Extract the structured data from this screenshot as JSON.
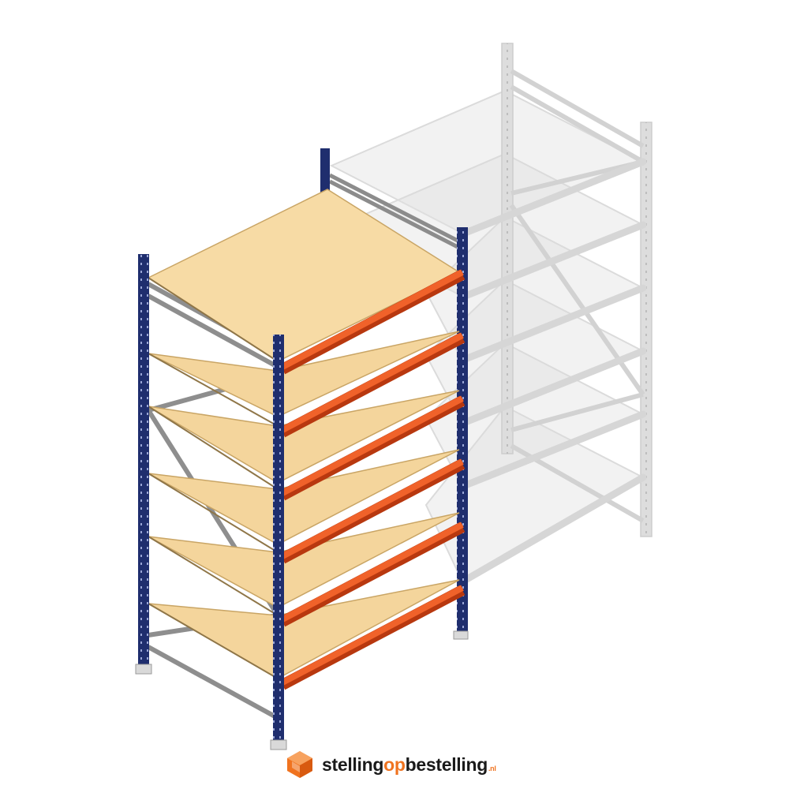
{
  "image": {
    "subject": "add-on pallet rack bay",
    "levels": 6
  },
  "colors": {
    "upright": "#1f2e6e",
    "beam": "#e9541f",
    "deck": "#f4d7a1",
    "ghost": "#c9c9c9",
    "brand_accent": "#f0731f"
  },
  "brand": {
    "part1": "stelling",
    "part2": "op",
    "part3": "bestelling",
    "tld": ".nl"
  }
}
